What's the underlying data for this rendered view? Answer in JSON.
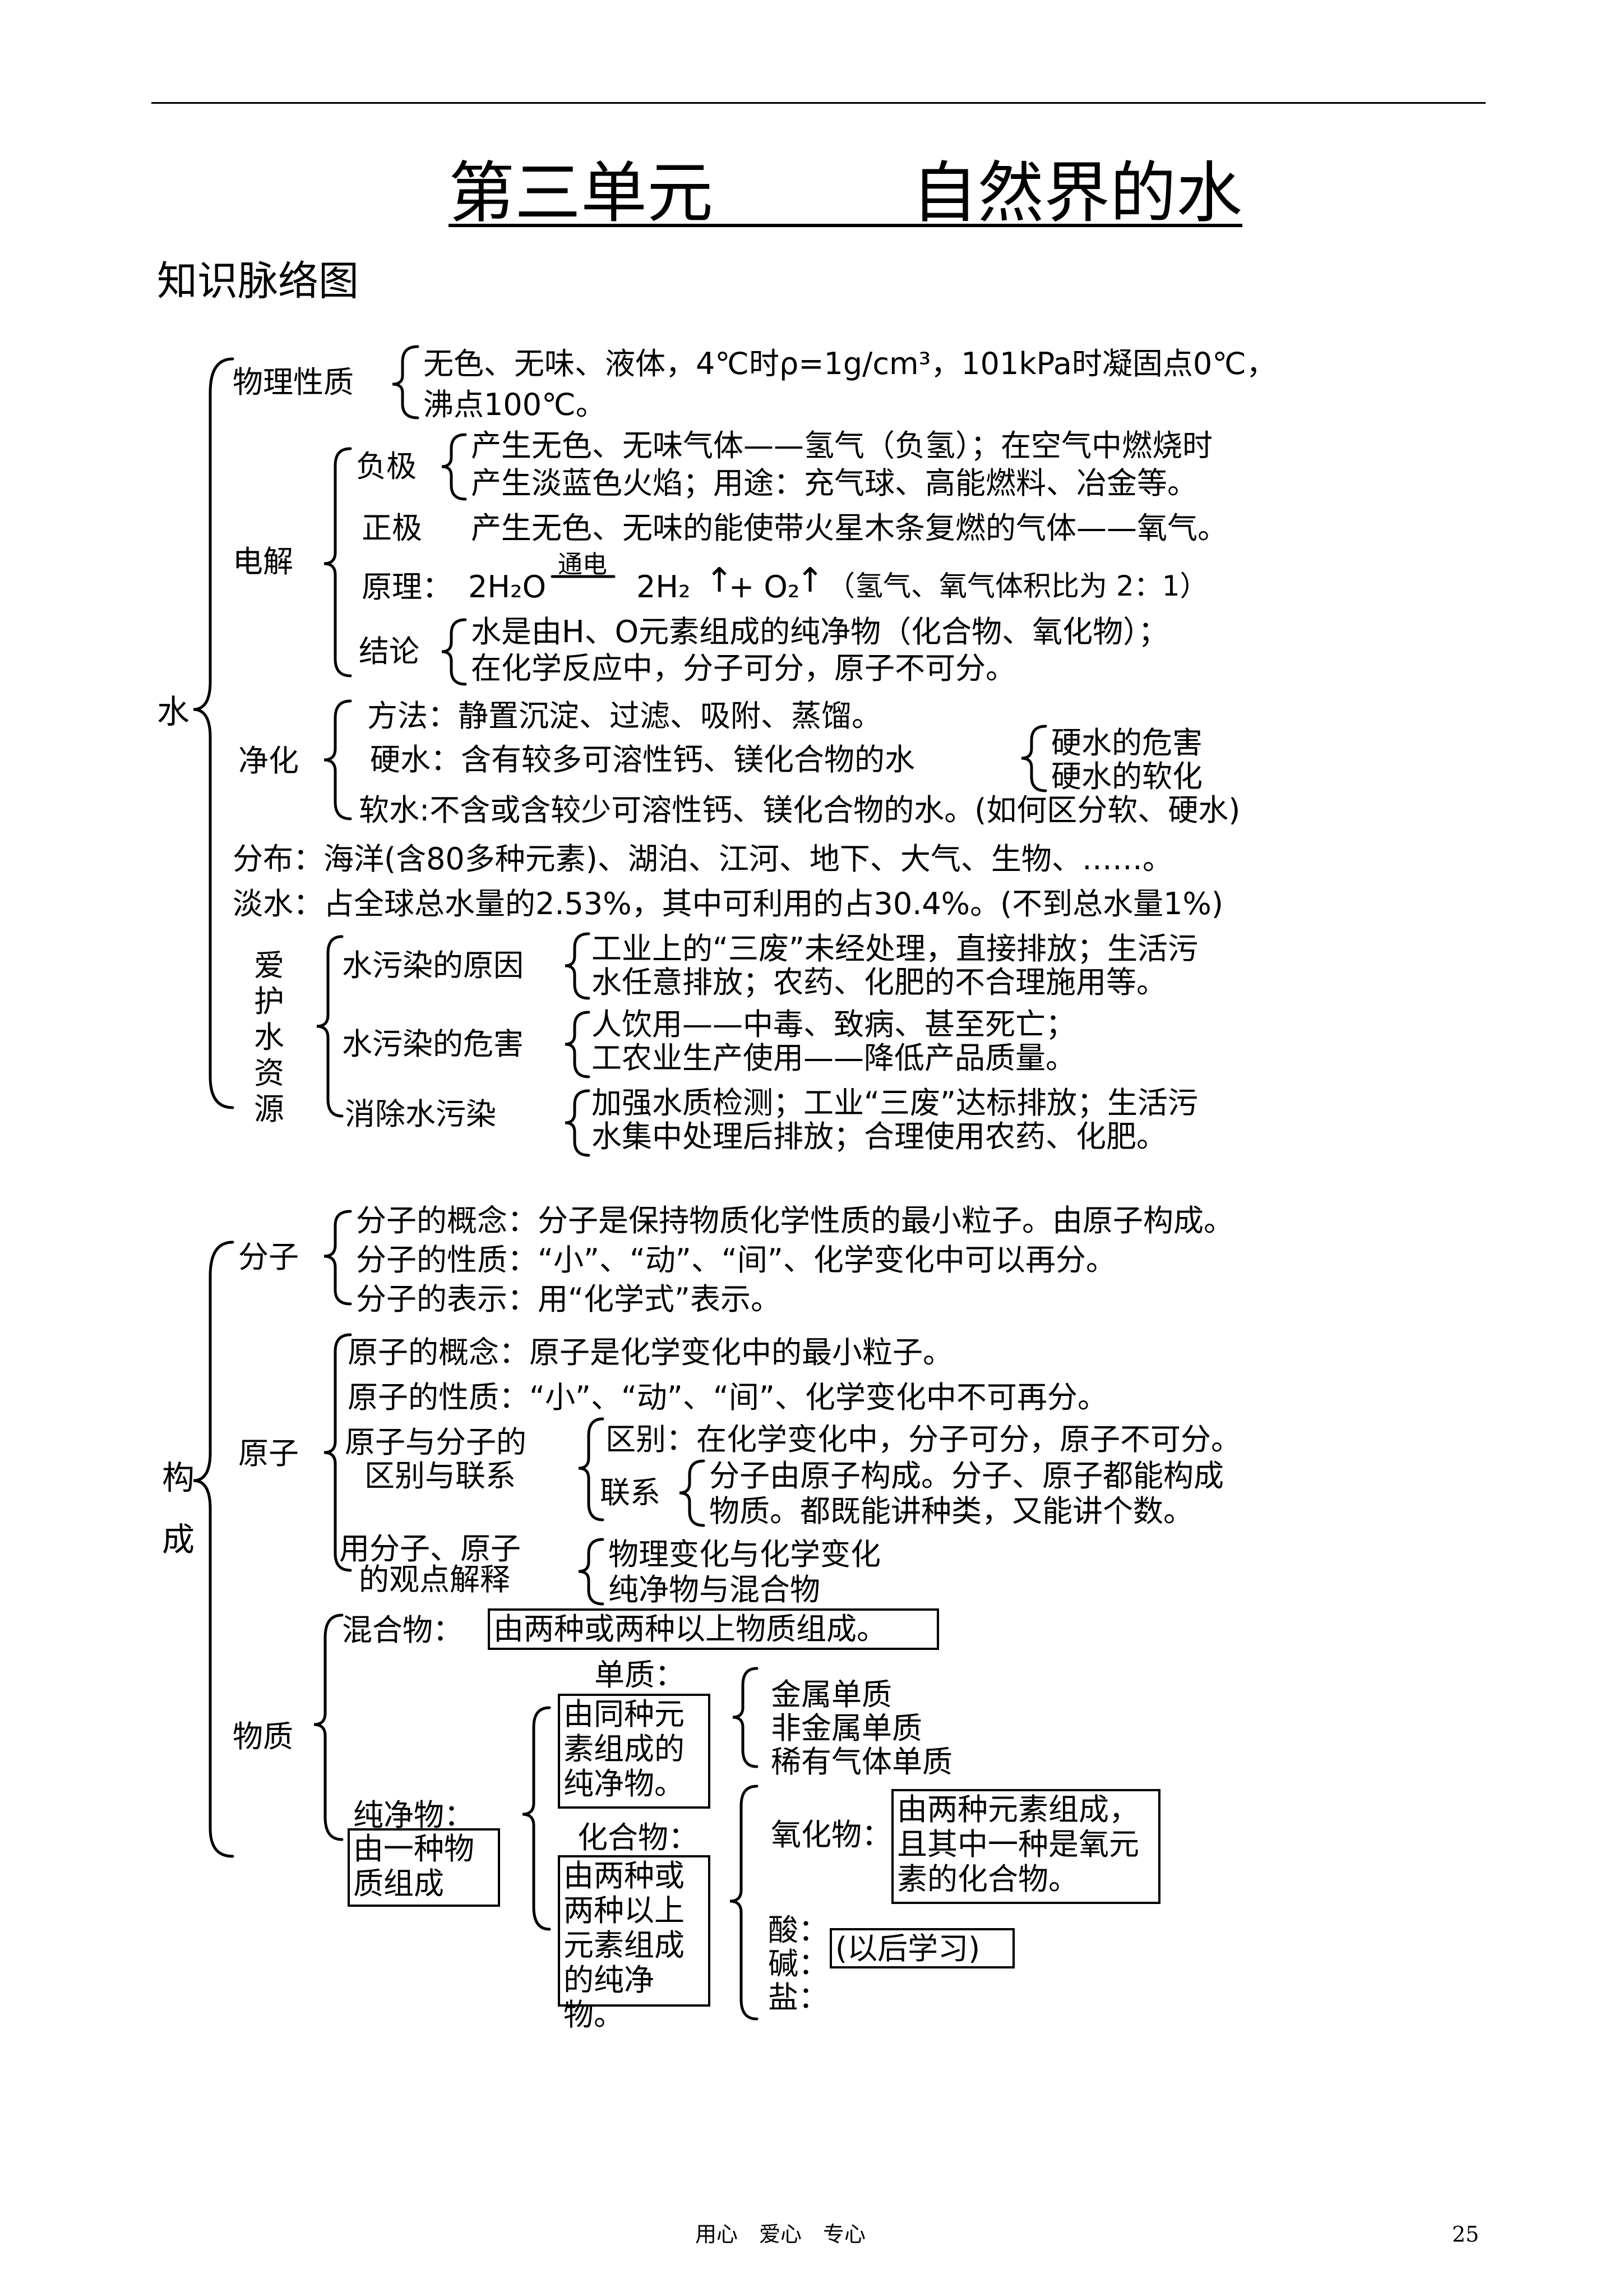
{
  "title": "第三单元　　　自然界的水",
  "subtitle": "知识脉络图",
  "water": {
    "root": "水",
    "physical": {
      "label": "物理性质",
      "line1": "无色、无味、液体，4℃时ρ=1g/cm³，101kPa时凝固点0℃，",
      "line2": "沸点100℃。"
    },
    "electrolysis": {
      "label": "电解",
      "negative_label": "负极",
      "negative_line1": "产生无色、无味气体——氢气（负氢）；在空气中燃烧时",
      "negative_line2": "产生淡蓝色火焰；用途：充气球、高能燃料、冶金等。",
      "positive_label": "正极",
      "positive_text": "产生无色、无味的能使带火星木条复燃的气体——氧气。",
      "principle_label": "原理：",
      "principle_left": "2H₂O",
      "principle_condition": "通电",
      "principle_right1": "2H₂",
      "principle_plus": "+ O₂",
      "principle_note": "（氢气、氧气体积比为 2：1）",
      "arrow_up": "↑",
      "conclusion_label": "结论",
      "conclusion_line1": "水是由H、O元素组成的纯净物（化合物、氧化物）；",
      "conclusion_line2": "在化学反应中，分子可分，原子不可分。"
    },
    "purify": {
      "label": "净化",
      "method": "方法：静置沉淀、过滤、吸附、蒸馏。",
      "hard": "硬水：含有较多可溶性钙、镁化合物的水",
      "hard_harm": "硬水的危害",
      "hard_soften": "硬水的软化",
      "soft": "软水:不含或含较少可溶性钙、镁化合物的水。(如何区分软、硬水)"
    },
    "distribution": "分布：海洋(含80多种元素)、湖泊、江河、地下、大气、生物、……。",
    "fresh": "淡水：占全球总水量的2.53%，其中可利用的占30.4%。(不到总水量1%)",
    "protect": {
      "label": "爱护水资源",
      "cause_label": "水污染的原因",
      "cause_line1": "工业上的“三废”未经处理，直接排放；生活污",
      "cause_line2": "水任意排放；农药、化肥的不合理施用等。",
      "harm_label": "水污染的危害",
      "harm_line1": "人饮用——中毒、致病、甚至死亡；",
      "harm_line2": "工农业生产使用——降低产品质量。",
      "elim_label": "消除水污染",
      "elim_line1": "加强水质检测；工业“三废”达标排放；生活污",
      "elim_line2": "水集中处理后排放；合理使用农药、化肥。"
    }
  },
  "compose": {
    "root": "构成",
    "molecule": {
      "label": "分子",
      "concept": "分子的概念：分子是保持物质化学性质的最小粒子。由原子构成。",
      "property": "分子的性质：“小”、“动”、“间”、化学变化中可以再分。",
      "express": "分子的表示：用“化学式”表示。"
    },
    "atom": {
      "label": "原子",
      "concept": "原子的概念：原子是化学变化中的最小粒子。",
      "property": "原子的性质：“小”、“动”、“间”、化学变化中不可再分。",
      "relation_label1": "原子与分子的",
      "relation_label2": "区别与联系",
      "diff": "区别：在化学变化中，分子可分，原子不可分。",
      "link_label": "联系",
      "link_line1": "分子由原子构成。分子、原子都能构成",
      "link_line2": "物质。都既能讲种类，又能讲个数。",
      "explain_label1": "用分子、原子",
      "explain_label2": "的观点解释",
      "explain_line1": "物理变化与化学变化",
      "explain_line2": "纯净物与混合物"
    },
    "matter": {
      "label": "物质",
      "mixture_label": "混合物：",
      "mixture_box": "由两种或两种以上物质组成。",
      "pure_label": "纯净物：",
      "pure_box": "由一种物质组成",
      "element_label": "单质：",
      "element_box": "由同种元素组成的纯净物。",
      "element_types": [
        "金属单质",
        "非金属单质",
        "稀有气体单质"
      ],
      "compound_label": "化合物：",
      "compound_box": "由两种或两种以上元素组成的纯净物。",
      "oxide_label": "氧化物：",
      "oxide_box": "由两种元素组成，且其中一种是氧元素的化合物。",
      "acid": "酸：",
      "base": "碱：",
      "salt": "盐：",
      "later": "(以后学习)"
    }
  },
  "footer": {
    "center": "用心　爱心　专心",
    "page": "25"
  }
}
